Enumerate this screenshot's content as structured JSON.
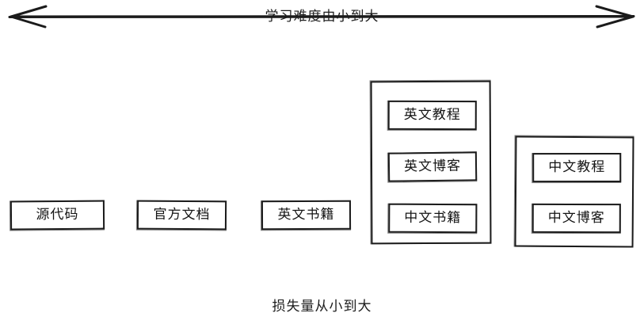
{
  "diagram": {
    "top_axis": {
      "caption": "学习难度由小到大",
      "direction": "left"
    },
    "bottom_axis": {
      "caption": "损失量从小到大",
      "direction": "right"
    },
    "columns": [
      {
        "id": "col-1",
        "grouped": false,
        "items": [
          {
            "label": "源代码"
          }
        ]
      },
      {
        "id": "col-2",
        "grouped": false,
        "items": [
          {
            "label": "官方文档"
          }
        ]
      },
      {
        "id": "col-3",
        "grouped": false,
        "items": [
          {
            "label": "英文书籍"
          }
        ]
      },
      {
        "id": "col-4",
        "grouped": true,
        "items": [
          {
            "label": "英文教程"
          },
          {
            "label": "英文博客"
          },
          {
            "label": "中文书籍"
          }
        ]
      },
      {
        "id": "col-5",
        "grouped": true,
        "items": [
          {
            "label": "中文教程"
          },
          {
            "label": "中文博客"
          }
        ]
      }
    ]
  },
  "style": {
    "stroke": "#1b1b1b",
    "background": "#ffffff",
    "text": "#141414"
  }
}
